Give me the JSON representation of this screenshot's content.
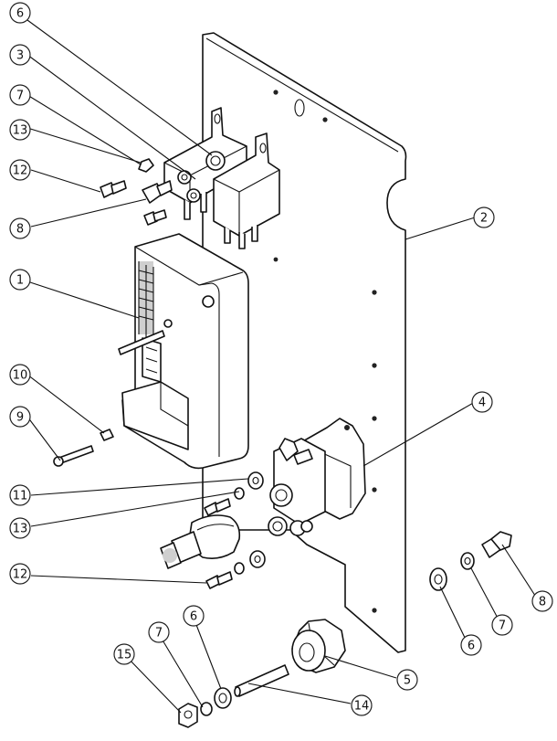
{
  "callouts": [
    {
      "id": "c1",
      "label": "6"
    },
    {
      "id": "c2",
      "label": "3"
    },
    {
      "id": "c3",
      "label": "7"
    },
    {
      "id": "c4",
      "label": "13"
    },
    {
      "id": "c5",
      "label": "12"
    },
    {
      "id": "c6",
      "label": "8"
    },
    {
      "id": "c7",
      "label": "1"
    },
    {
      "id": "c8",
      "label": "10"
    },
    {
      "id": "c9",
      "label": "9"
    },
    {
      "id": "c10",
      "label": "11"
    },
    {
      "id": "c11",
      "label": "13"
    },
    {
      "id": "c12",
      "label": "12"
    },
    {
      "id": "c13",
      "label": "15"
    },
    {
      "id": "c14",
      "label": "7"
    },
    {
      "id": "c15",
      "label": "6"
    },
    {
      "id": "c16",
      "label": "14"
    },
    {
      "id": "c17",
      "label": "5"
    },
    {
      "id": "c18",
      "label": "6"
    },
    {
      "id": "c19",
      "label": "7"
    },
    {
      "id": "c20",
      "label": "8"
    },
    {
      "id": "c21",
      "label": "4"
    },
    {
      "id": "c22",
      "label": "2"
    }
  ]
}
